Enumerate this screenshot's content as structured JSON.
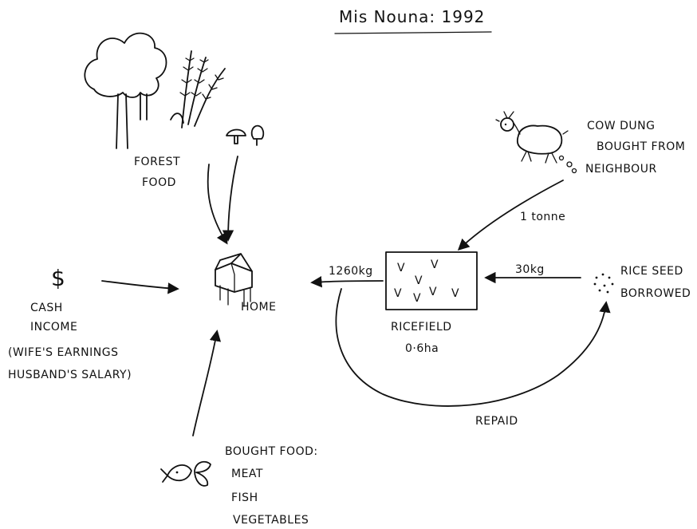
{
  "title": "Mis Nouna: 1992",
  "nodes": {
    "forest_food": {
      "line1": "FOREST",
      "line2": "FOOD"
    },
    "home": {
      "label": "HOME"
    },
    "cash_income": {
      "symbol": "$",
      "line1": "CASH",
      "line2": "INCOME",
      "line3": "(WIFE'S EARNINGS",
      "line4": "HUSBAND'S SALARY)"
    },
    "bought_food": {
      "line1": "BOUGHT FOOD:",
      "items": [
        "MEAT",
        "FISH",
        "VEGETABLES"
      ]
    },
    "ricefield": {
      "line1": "RICEFIELD",
      "line2": "0·6ha",
      "crop_marks": [
        "V",
        "V",
        "V",
        "V",
        "V",
        "V",
        "V"
      ]
    },
    "cow_dung": {
      "line1": "COW DUNG",
      "line2": "BOUGHT FROM",
      "line3": "NEIGHBOUR"
    },
    "rice_seed": {
      "line1": "RICE SEED",
      "line2": "BORROWED"
    }
  },
  "flows": {
    "dung_to_field": "1 tonne",
    "field_to_home": "1260kg",
    "seed_to_field": "30kg",
    "repaid": "REPAID"
  }
}
